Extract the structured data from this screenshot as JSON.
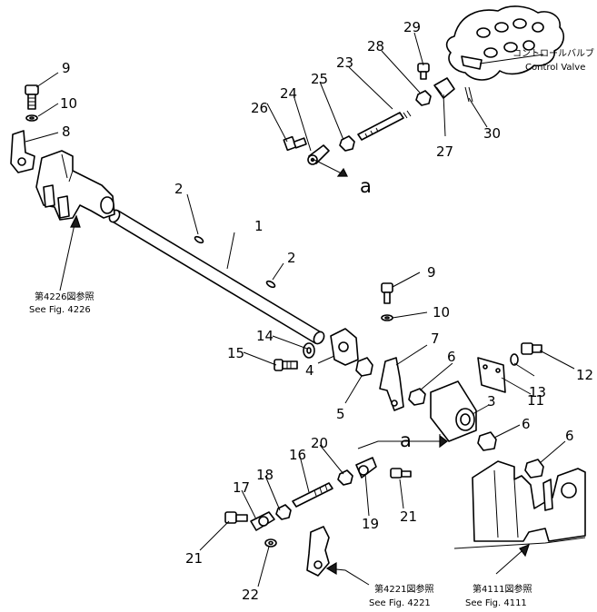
{
  "callouts": {
    "c1": "1",
    "c2a": "2",
    "c2b": "2",
    "c3": "3",
    "c4": "4",
    "c5": "5",
    "c6a": "6",
    "c6b": "6",
    "c6c": "6",
    "c7": "7",
    "c8": "8",
    "c9a": "9",
    "c9b": "9",
    "c10a": "10",
    "c10b": "10",
    "c11": "11",
    "c12": "12",
    "c13": "13",
    "c14": "14",
    "c15": "15",
    "c16": "16",
    "c17": "17",
    "c18": "18",
    "c19": "19",
    "c20": "20",
    "c21a": "21",
    "c21b": "21",
    "c22": "22",
    "c23": "23",
    "c24": "24",
    "c25": "25",
    "c26": "26",
    "c27": "27",
    "c28": "28",
    "c29": "29",
    "c30": "30"
  },
  "view_marks": {
    "upper": "a",
    "lower": "a"
  },
  "notes": {
    "control_valve_jp": "コントロールバルブ",
    "control_valve_en": "Control Valve",
    "fig4226_jp": "第4226図参照",
    "fig4226_en": "See Fig. 4226",
    "fig4221_jp": "第4221図参照",
    "fig4221_en": "See Fig. 4221",
    "fig4111_jp": "第4111図参照",
    "fig4111_en": "See Fig. 4111"
  }
}
